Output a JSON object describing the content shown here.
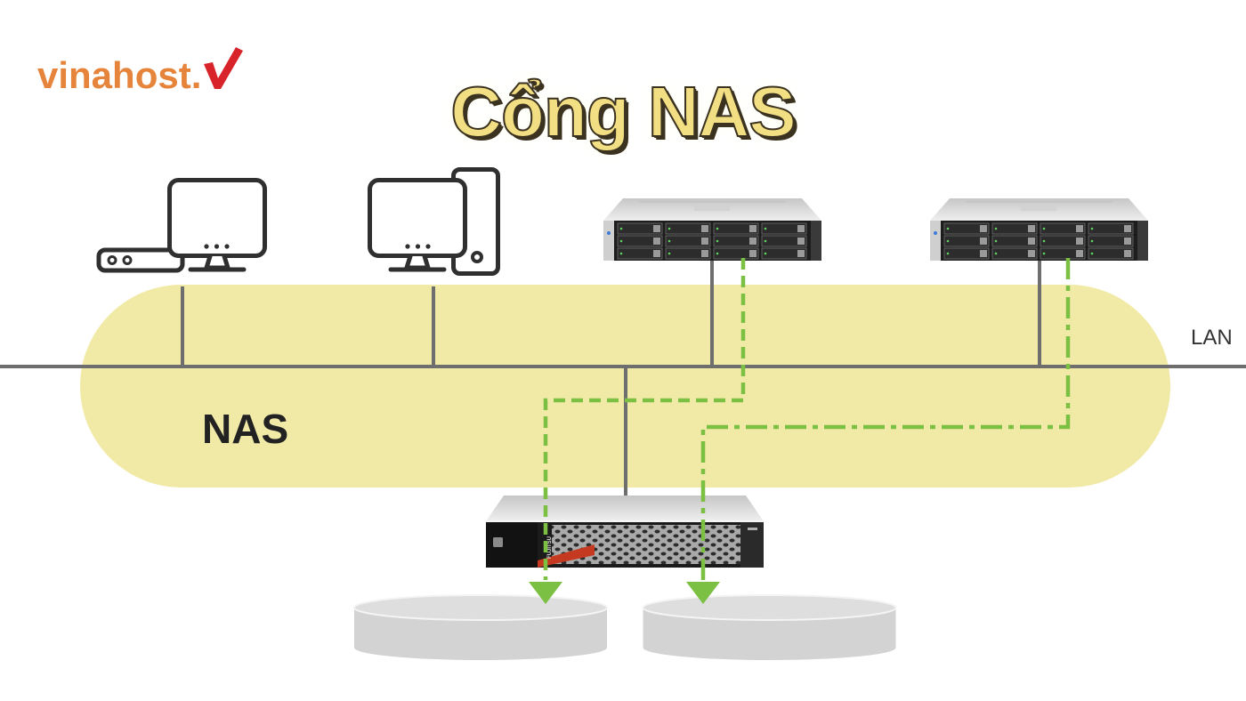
{
  "logo": {
    "text": "vinahost.",
    "text_color": "#e5843a",
    "check_color": "#d8232a"
  },
  "title": "Cổng NAS",
  "labels": {
    "lan": "LAN",
    "nas": "NAS"
  },
  "storage_brand": "FUJITSU",
  "colors": {
    "title_fill": "#f3df83",
    "title_outline": "#3b3220",
    "nas_zone": "#f1eaa7",
    "network_line": "#6e6e6e",
    "data_path": "#7cc043",
    "disk": "#d3d3d3",
    "disk_top": "#dedede",
    "icon_stroke": "#2f2f2f"
  },
  "icons": {
    "clients": [
      "desktop-computer-icon",
      "tower-computer-icon"
    ],
    "servers": [
      "rack-server-icon",
      "rack-server-icon"
    ],
    "gateway": "nas-storage-device-icon",
    "storage": [
      "storage-disk-icon",
      "storage-disk-icon"
    ],
    "arrows": [
      "arrow-down-icon",
      "arrow-down-icon"
    ]
  }
}
